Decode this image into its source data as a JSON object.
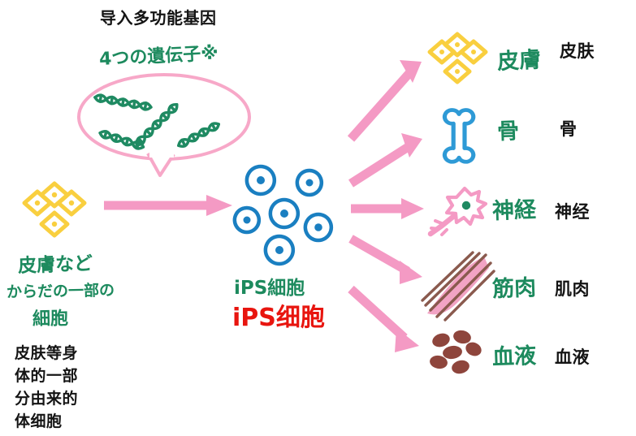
{
  "diagram": {
    "title_top": "导入多功能基因",
    "handwritten_genes_label": "4つの遺伝子※",
    "source": {
      "jp_line1": "皮膚など",
      "jp_line2": "からだの一部の",
      "jp_line3": "細胞",
      "cn_line1": "皮肤等身",
      "cn_line2": "体的一部",
      "cn_line3": "分由来的",
      "cn_line4": "体细胞",
      "icon": "skin-diamond-icon"
    },
    "center": {
      "jp_label": "iPS細胞",
      "cn_label": "iPS细胞",
      "icon": "ips-cell-cluster-icon",
      "cell_count": 6
    },
    "outputs": [
      {
        "icon": "skin-diamond-icon",
        "jp_label": "皮膚",
        "cn_label": "皮肤"
      },
      {
        "icon": "bone-icon",
        "jp_label": "骨",
        "cn_label": "骨"
      },
      {
        "icon": "neuron-icon",
        "jp_label": "神経",
        "cn_label": "神经"
      },
      {
        "icon": "muscle-icon",
        "jp_label": "筋肉",
        "cn_label": "肌肉"
      },
      {
        "icon": "blood-cells-icon",
        "jp_label": "血液",
        "cn_label": "血液"
      }
    ],
    "colors": {
      "pink_arrow": "#f49ac4",
      "bubble_pink": "#f7a8c8",
      "dna_green": "#1f8a62",
      "hand_green": "#1d8a5e",
      "cell_blue": "#1a7fc1",
      "skin_yellow": "#f9cf3f",
      "bone_blue": "#2e9ad6",
      "neuron_pink": "#f49ac4",
      "muscle_pink": "#f2a3c4",
      "muscle_stripe": "#8a5a4e",
      "blood_red": "#8e453c",
      "red_text": "#e8150f",
      "black_text": "#141414"
    }
  }
}
